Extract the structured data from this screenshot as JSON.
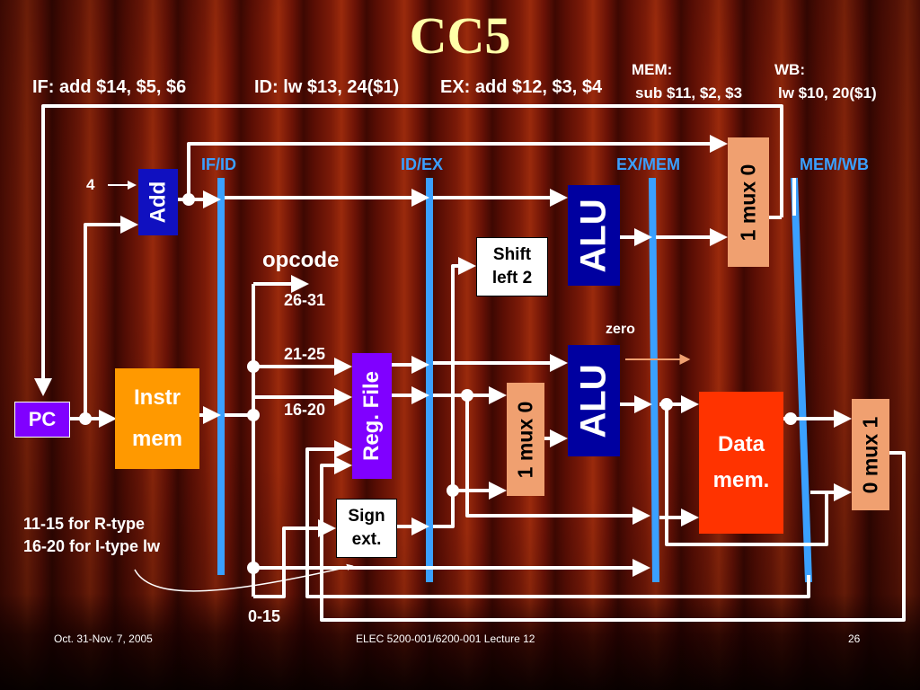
{
  "title": "CC5",
  "stages": {
    "if": "IF: add $14, $5, $6",
    "id": "ID: lw $13, 24($1)",
    "ex": "EX: add $12, $3, $4",
    "mem_label": "MEM:",
    "mem_instr": "sub $11, $2, $3",
    "wb_label": "WB:",
    "wb_instr": "lw $10, 20($1)"
  },
  "pipeline_registers": [
    "IF/ID",
    "ID/EX",
    "EX/MEM",
    "MEM/WB"
  ],
  "blocks": {
    "pc": "PC",
    "add": "Add",
    "instr_mem_line1": "Instr",
    "instr_mem_line2": "mem",
    "reg_file": "Reg. File",
    "shift_line1": "Shift",
    "shift_line2": "left 2",
    "sign_line1": "Sign",
    "sign_line2": "ext.",
    "alu_top": "ALU",
    "alu_bottom": "ALU",
    "mux_ex": "1 mux 0",
    "mux_branch": "1 mux 0",
    "data_mem_line1": "Data",
    "data_mem_line2": "mem.",
    "mux_wb": "0 mux 1"
  },
  "labels": {
    "four": "4",
    "opcode": "opcode",
    "bits_26_31": "26-31",
    "bits_21_25": "21-25",
    "bits_16_20": "16-20",
    "bits_0_15": "0-15",
    "zero": "zero",
    "note_line1": "11-15 for R-type",
    "note_line2": "16-20 for I-type lw"
  },
  "footer": {
    "date": "Oct. 31-Nov. 7, 2005",
    "course": "ELEC 5200-001/6200-001 Lecture 12",
    "page": "26"
  },
  "colors": {
    "title": "#ffffa8",
    "pipeline_register": "#3aa0ff",
    "pc_block": "#8000ff",
    "alu_block": "#0000a0",
    "instr_mem_block": "#ff9900",
    "data_mem_block": "#ff3300",
    "mux_block": "#f0a070"
  }
}
